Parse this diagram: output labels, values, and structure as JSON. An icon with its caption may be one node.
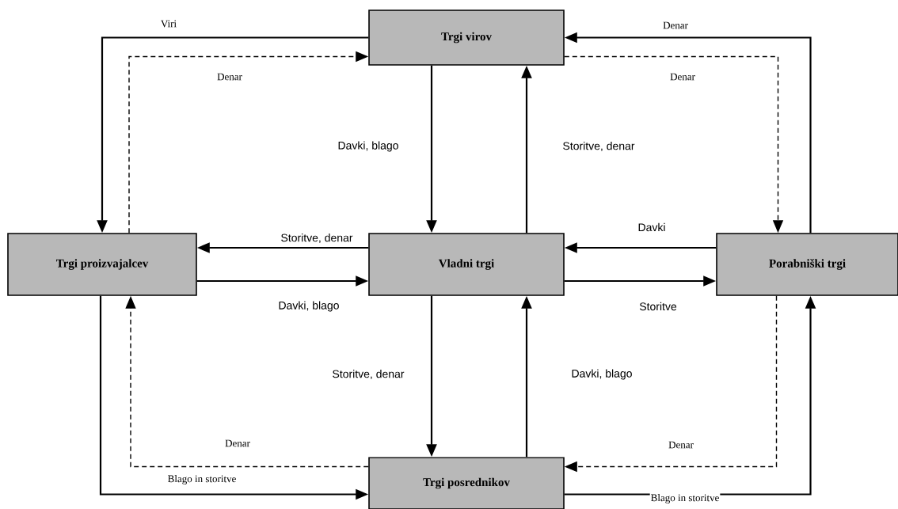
{
  "diagram": {
    "nodes": [
      {
        "text": [
          "Trgi virov"
        ]
      },
      {
        "text": [
          "Trgi proizvajalcev"
        ]
      },
      {
        "text": [
          "Vladni trgi"
        ]
      },
      {
        "text": [
          "Porabniški trgi"
        ]
      },
      {
        "text": [
          "Trgi posrednikov"
        ]
      }
    ],
    "edges": [
      {
        "from": 0,
        "to": 1,
        "arrow": "to",
        "label": "Viri"
      },
      {
        "from": 1,
        "to": 0,
        "arrow": "to",
        "label": "Denar",
        "style": "dashed"
      },
      {
        "from": 3,
        "to": 0,
        "arrow": "to",
        "label": "Denar"
      },
      {
        "from": 0,
        "to": 3,
        "arrow": "to",
        "label": "Denar",
        "style": "dashed"
      },
      {
        "from": 0,
        "to": 2,
        "arrow": "to",
        "label": "Davki, blago"
      },
      {
        "from": 2,
        "to": 0,
        "arrow": "to",
        "label": "Storitve, denar"
      },
      {
        "from": 2,
        "to": 1,
        "arrow": "to",
        "label": "Storitve, denar"
      },
      {
        "from": 1,
        "to": 2,
        "arrow": "to",
        "label": "Davki, blago"
      },
      {
        "from": 3,
        "to": 2,
        "arrow": "to",
        "label": "Davki"
      },
      {
        "from": 2,
        "to": 3,
        "arrow": "to",
        "label": "Storitve"
      },
      {
        "from": 2,
        "to": 4,
        "arrow": "to",
        "label": "Storitve, denar"
      },
      {
        "from": 4,
        "to": 2,
        "arrow": "to",
        "label": "Davki, blago"
      },
      {
        "from": 4,
        "to": 1,
        "arrow": "to",
        "label": "Denar",
        "style": "dashed"
      },
      {
        "from": 1,
        "to": 4,
        "arrow": "to",
        "label": "Blago in storitve"
      },
      {
        "from": 3,
        "to": 4,
        "arrow": "to",
        "label": "Denar",
        "style": "dashed"
      },
      {
        "from": 4,
        "to": 3,
        "arrow": "to",
        "label": "Blago in storitve"
      }
    ]
  }
}
